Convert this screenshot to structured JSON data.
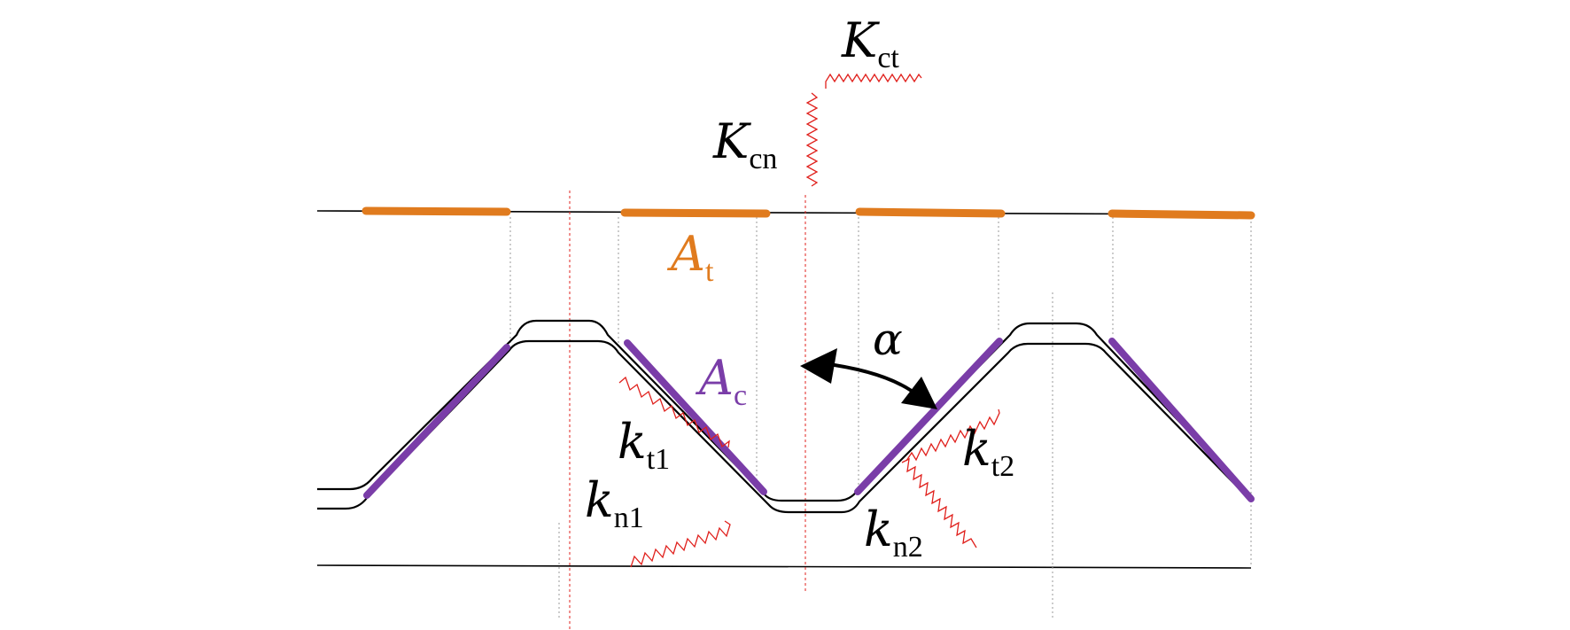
{
  "labels": {
    "K_ct": {
      "main": "K",
      "sub": "ct"
    },
    "K_cn": {
      "main": "K",
      "sub": "cn"
    },
    "A_t": {
      "main": "A",
      "sub": "t"
    },
    "A_c": {
      "main": "A",
      "sub": "c"
    },
    "alpha": {
      "main": "α"
    },
    "k_t1": {
      "main": "k",
      "sub": "t1"
    },
    "k_n1": {
      "main": "k",
      "sub": "n1"
    },
    "k_t2": {
      "main": "k",
      "sub": "t2"
    },
    "k_n2": {
      "main": "k",
      "sub": "n2"
    }
  },
  "colors": {
    "orange_segment": "#E07B1E",
    "purple_segment": "#7A3DA8",
    "spring": "#E0201C",
    "line": "#000000",
    "guide": "#9a9a9a",
    "red_guide": "#E0201C"
  }
}
